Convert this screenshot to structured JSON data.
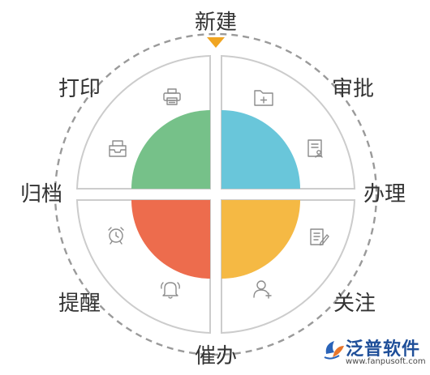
{
  "diagram": {
    "steps": {
      "top": "新建",
      "top_right": "审批",
      "right": "办理",
      "bottom_right": "关注",
      "bottom": "催办",
      "bottom_left": "提醒",
      "left": "归档",
      "top_left": "打印"
    },
    "quadrant_colors": {
      "top_left": "#76c189",
      "top_right": "#69c6da",
      "bottom_left": "#ed6c4d",
      "bottom_right": "#f5b944"
    },
    "accent_color": "#f0a522",
    "icons": [
      "printer-icon",
      "folder-add-icon",
      "inbox-tray-icon",
      "document-user-icon",
      "alarm-clock-icon",
      "document-edit-icon",
      "bell-icon",
      "user-add-icon"
    ]
  },
  "logo": {
    "name": "泛普软件",
    "url": "www.fanpusoft.com"
  }
}
